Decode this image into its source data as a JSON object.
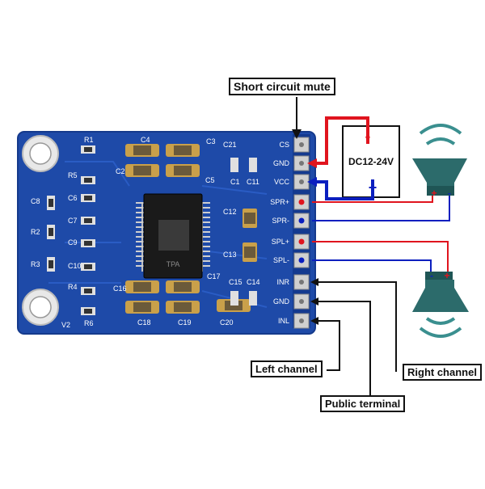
{
  "labels": {
    "short_circuit_mute": "Short circuit mute",
    "left_channel": "Left channel",
    "right_channel": "Right channel",
    "public_terminal": "Public terminal",
    "power_supply": "DC12-24V",
    "power_minus": "-",
    "power_plus": "+"
  },
  "pins": [
    "CS",
    "GND",
    "VCC",
    "SPR+",
    "SPR-",
    "SPL+",
    "SPL-",
    "INR",
    "GND",
    "INL"
  ],
  "components": {
    "capacitors": [
      "C1",
      "C2",
      "C3",
      "C4",
      "C5",
      "C6",
      "C7",
      "C8",
      "C9",
      "C10",
      "C11",
      "C12",
      "C13",
      "C14",
      "C15",
      "C16",
      "C17",
      "C18",
      "C19",
      "C20",
      "C21"
    ],
    "resistors": [
      "R1",
      "R2",
      "R3",
      "R4",
      "R5",
      "R6"
    ],
    "other": "V2",
    "chip_marking": "TPA"
  },
  "speakers": {
    "right": {
      "plus": "+",
      "minus": "-"
    },
    "left": {
      "minus": "-",
      "plus": "+"
    }
  },
  "colors": {
    "board": "#1e4aa8",
    "board_edge": "#153a8c",
    "red_wire": "#e0141e",
    "blue_wire": "#0b1fbf",
    "black_wire": "#111111",
    "speaker": "#2c6b6b",
    "gold": "#c9a04a"
  }
}
